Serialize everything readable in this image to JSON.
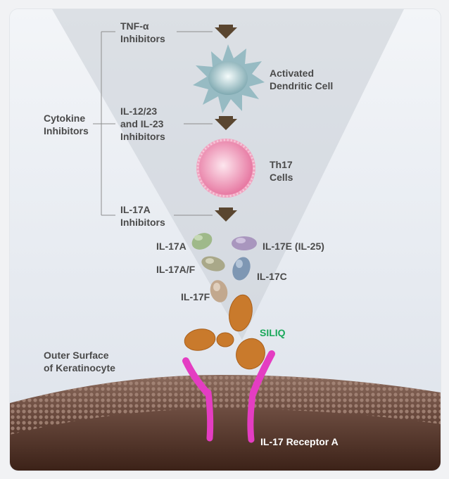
{
  "labels": {
    "cytokine_inhibitors": "Cytokine\nInhibitors",
    "tnf_alpha_inhibitors": "TNF-α\nInhibitors",
    "activated_dendritic_cell": "Activated\nDendritic Cell",
    "il12_23_inhibitors": "IL-12/23\nand IL-23\nInhibitors",
    "th17_cells": "Th17\nCells",
    "il17a_inhibitors": "IL-17A\nInhibitors",
    "il17a": "IL-17A",
    "il17e": "IL-17E (IL-25)",
    "il17af": "IL-17A/F",
    "il17c": "IL-17C",
    "il17f": "IL-17F",
    "siliq": "SILIQ",
    "outer_surface": "Outer Surface\nof Keratinocyte",
    "il17_receptor_a": "IL-17 Receptor A"
  },
  "colors": {
    "arrow": "#5a4630",
    "bracket_line": "#8d8d8d",
    "cone": "#c9ced6",
    "dendritic_cell": "#8fb7bf",
    "th17_cell": "#ec8fb0",
    "il17a": "#9fb98a",
    "il17e": "#a996be",
    "il17af": "#a9a889",
    "il17c": "#7e97b3",
    "il17f": "#c2a88e",
    "siliq_antibody": "#c97a2c",
    "receptor": "#e43dc2",
    "membrane": "#6b4a3d",
    "siliq_label": "#1aa85a"
  }
}
